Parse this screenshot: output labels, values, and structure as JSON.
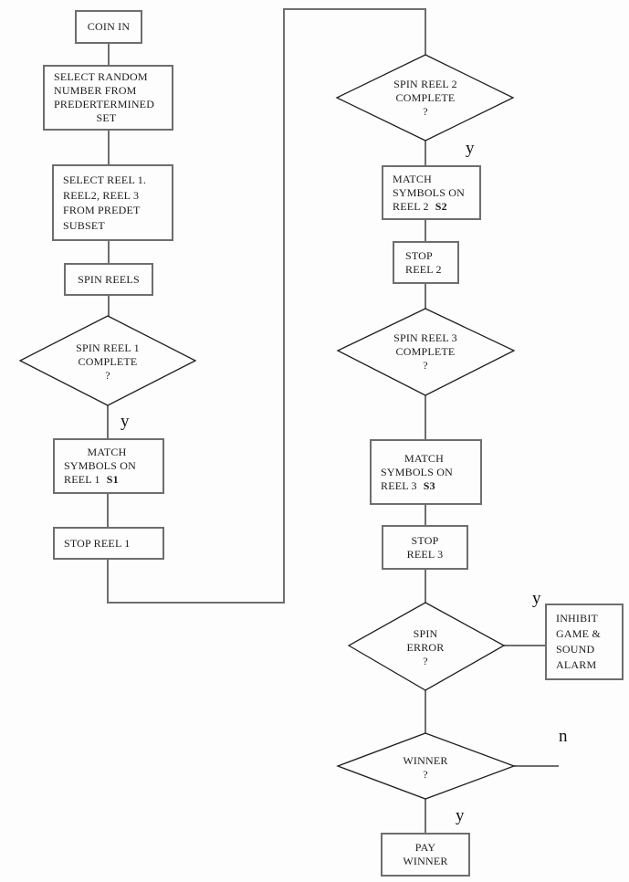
{
  "flowchart": {
    "colors": {
      "background": "#fdfdfd",
      "box_border": "#6e6e6e",
      "connector_line": "#6e6e6e",
      "diamond_border": "#1f1f1f",
      "text": "#1b1b1b"
    },
    "nodes": {
      "coin_in": {
        "type": "process",
        "label": "COIN IN"
      },
      "select_random": {
        "type": "process",
        "line1": "SELECT RANDOM",
        "line2": "NUMBER FROM",
        "line3": "PREDERTERMINED",
        "line4": "SET"
      },
      "select_reels": {
        "type": "process",
        "line1": "SELECT REEL 1.",
        "line2": "REEL2, REEL 3",
        "line3": "FROM PREDET",
        "line4": "SUBSET"
      },
      "spin_reels": {
        "type": "process",
        "label": "SPIN REELS"
      },
      "spin_reel1_complete": {
        "type": "decision",
        "line1": "SPIN REEL 1",
        "line2": "COMPLETE",
        "line3": "?"
      },
      "match_reel1": {
        "type": "process",
        "line1": "MATCH",
        "line2": "SYMBOLS ON",
        "line3": "REEL 1",
        "line3_bold": "S1"
      },
      "stop_reel1": {
        "type": "process",
        "label": "STOP REEL 1"
      },
      "spin_reel2_complete": {
        "type": "decision",
        "line1": "SPIN REEL 2",
        "line2": "COMPLETE",
        "line3": "?"
      },
      "match_reel2": {
        "type": "process",
        "line1": "MATCH",
        "line2": "SYMBOLS ON",
        "line3": "REEL 2",
        "line3_bold": "S2"
      },
      "stop_reel2": {
        "type": "process",
        "line1": "STOP",
        "line2": "REEL 2"
      },
      "spin_reel3_complete": {
        "type": "decision",
        "line1": "SPIN REEL 3",
        "line2": "COMPLETE",
        "line3": "?"
      },
      "match_reel3": {
        "type": "process",
        "line1": "MATCH",
        "line2": "SYMBOLS ON",
        "line3": "REEL 3",
        "line3_bold": "S3"
      },
      "stop_reel3": {
        "type": "process",
        "line1": "STOP",
        "line2": "REEL 3"
      },
      "spin_error": {
        "type": "decision",
        "line1": "SPIN",
        "line2": "ERROR",
        "line3": "?"
      },
      "inhibit_game": {
        "type": "process",
        "line1": "INHIBIT",
        "line2": "GAME &",
        "line3": "SOUND",
        "line4": "ALARM"
      },
      "winner": {
        "type": "decision",
        "line1": "WINNER",
        "line2": "?"
      },
      "pay_winner": {
        "type": "process",
        "line1": "PAY",
        "line2": "WINNER"
      }
    },
    "branch_labels": {
      "reel1_yes": "y",
      "reel2_yes": "y",
      "error_yes": "y",
      "winner_no": "n",
      "winner_yes": "y"
    },
    "edges": [
      {
        "from": "coin_in",
        "to": "select_random"
      },
      {
        "from": "select_random",
        "to": "select_reels"
      },
      {
        "from": "select_reels",
        "to": "spin_reels"
      },
      {
        "from": "spin_reels",
        "to": "spin_reel1_complete"
      },
      {
        "from": "spin_reel1_complete",
        "to": "match_reel1",
        "label": "y"
      },
      {
        "from": "match_reel1",
        "to": "stop_reel1"
      },
      {
        "from": "stop_reel1",
        "to": "spin_reel2_complete"
      },
      {
        "from": "spin_reel2_complete",
        "to": "match_reel2",
        "label": "y"
      },
      {
        "from": "match_reel2",
        "to": "stop_reel2"
      },
      {
        "from": "stop_reel2",
        "to": "spin_reel3_complete"
      },
      {
        "from": "spin_reel3_complete",
        "to": "match_reel3"
      },
      {
        "from": "match_reel3",
        "to": "stop_reel3"
      },
      {
        "from": "stop_reel3",
        "to": "spin_error"
      },
      {
        "from": "spin_error",
        "to": "inhibit_game",
        "label": "y"
      },
      {
        "from": "spin_error",
        "to": "winner"
      },
      {
        "from": "winner",
        "to": "pay_winner",
        "label": "y"
      },
      {
        "from": "winner",
        "to": "exit_right",
        "label": "n"
      }
    ]
  }
}
